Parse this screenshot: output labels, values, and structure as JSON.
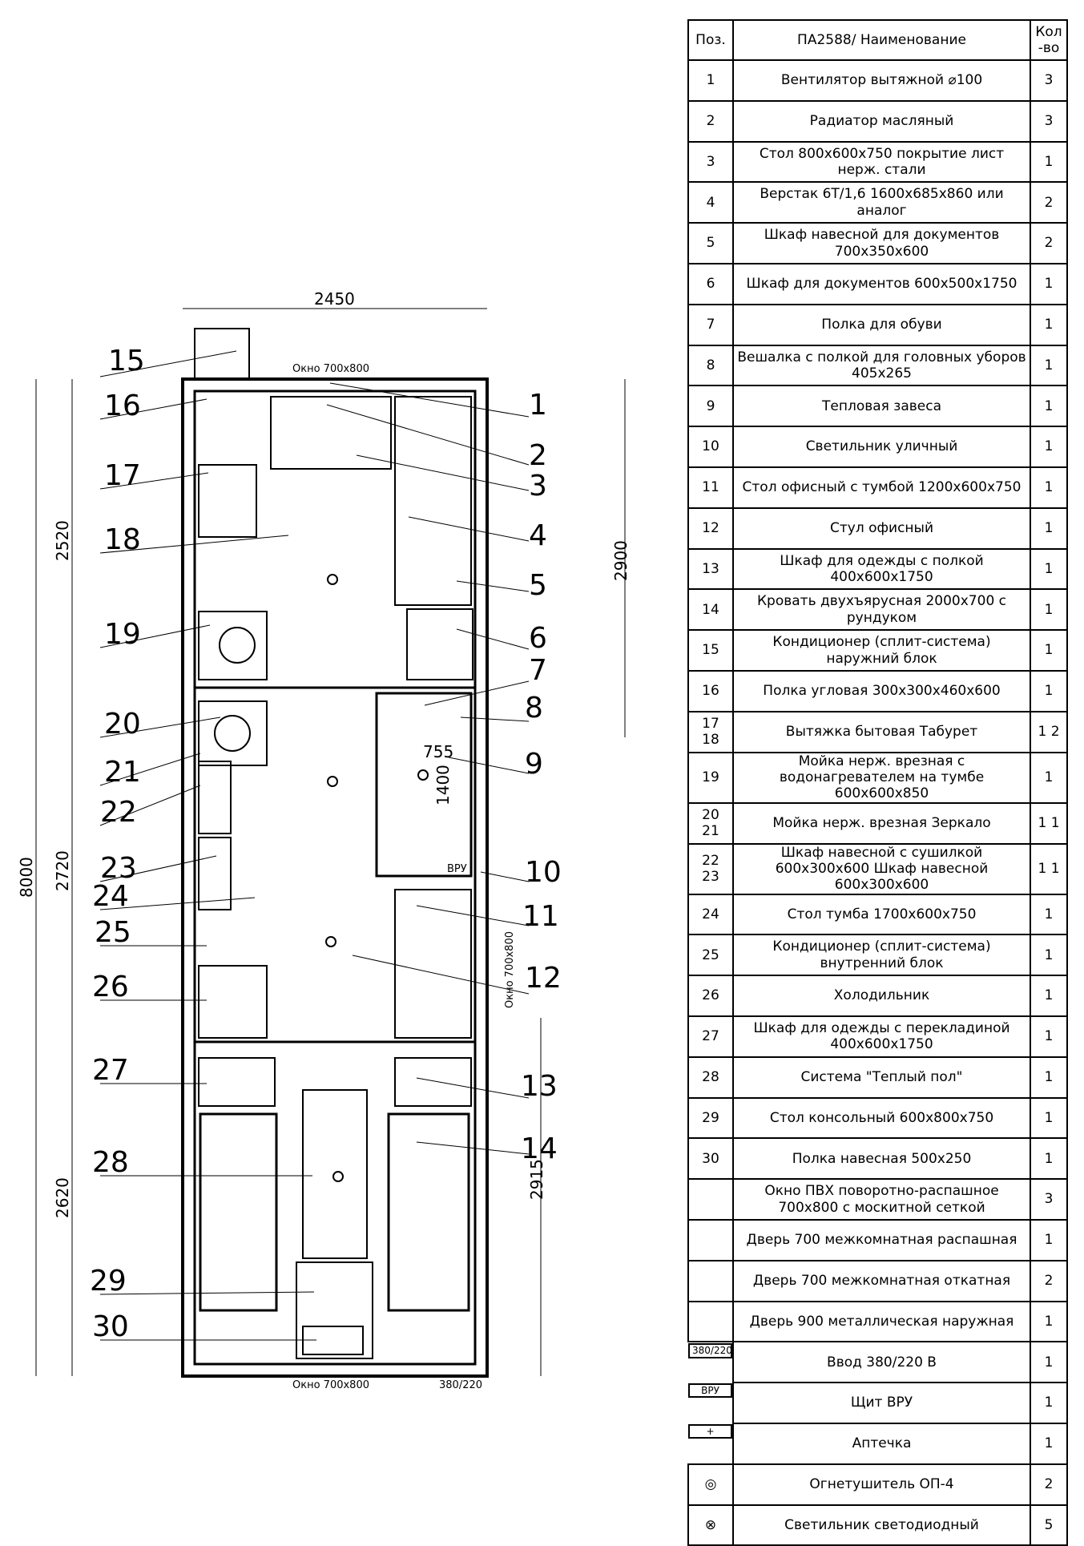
{
  "plan": {
    "dims": {
      "width_top": "2450",
      "left_upper": "2520",
      "left_middle": "2720",
      "left_lower": "2620",
      "left_total": "8000",
      "right_upper": "2900",
      "right_lower": "2915",
      "door_w": "755",
      "door_h": "1400"
    },
    "window_top": "Окно 700x800",
    "window_bottom": "Окно 700x800",
    "window_right": "Окно 700x800",
    "input_tag": "380/220",
    "vru_tag": "ВРУ",
    "left_labels": [
      "15",
      "16",
      "17",
      "18",
      "19",
      "20",
      "21",
      "22",
      "23",
      "24",
      "25",
      "26",
      "27",
      "28",
      "29",
      "30"
    ],
    "right_labels": [
      "1",
      "2",
      "3",
      "4",
      "5",
      "6",
      "7",
      "8",
      "9",
      "10",
      "11",
      "12",
      "13",
      "14"
    ]
  },
  "spec": {
    "header": {
      "pos": "Поз.",
      "name": "ПА2588/ Наименование",
      "qty": "Кол -во"
    },
    "rows": [
      {
        "pos": "1",
        "name": "Вентилятор вытяжной ⌀100",
        "qty": "3"
      },
      {
        "pos": "2",
        "name": "Радиатор масляный",
        "qty": "3"
      },
      {
        "pos": "3",
        "name": "Стол 800х600х750 покрытие лист нерж. стали",
        "qty": "1"
      },
      {
        "pos": "4",
        "name": "Верстак 6Т/1,6 1600х685х860 или аналог",
        "qty": "2"
      },
      {
        "pos": "5",
        "name": "Шкаф навесной для документов 700х350х600",
        "qty": "2"
      },
      {
        "pos": "6",
        "name": "Шкаф для документов 600х500х1750",
        "qty": "1"
      },
      {
        "pos": "7",
        "name": "Полка для обуви",
        "qty": "1"
      },
      {
        "pos": "8",
        "name": "Вешалка с полкой для головных уборов 405х265",
        "qty": "1"
      },
      {
        "pos": "9",
        "name": "Тепловая завеса",
        "qty": "1"
      },
      {
        "pos": "10",
        "name": "Светильник уличный",
        "qty": "1"
      },
      {
        "pos": "11",
        "name": "Стол офисный с тумбой 1200х600х750",
        "qty": "1"
      },
      {
        "pos": "12",
        "name": "Стул офисный",
        "qty": "1"
      },
      {
        "pos": "13",
        "name": "Шкаф для одежды с полкой 400х600х1750",
        "qty": "1"
      },
      {
        "pos": "14",
        "name": "Кровать двухъярусная 2000х700 с рундуком",
        "qty": "1"
      },
      {
        "pos": "15",
        "name": "Кондиционер (сплит-система) наружний блок",
        "qty": "1"
      },
      {
        "pos": "16",
        "name": "Полка угловая 300х300х460х600",
        "qty": "1"
      },
      {
        "pos": "17 18",
        "name": "Вытяжка бытовая Табурет",
        "qty": "1 2"
      },
      {
        "pos": "19",
        "name": "Мойка нерж. врезная с водонагревателем на тумбе 600х600х850",
        "qty": "1"
      },
      {
        "pos": "20 21",
        "name": "Мойка нерж. врезная Зеркало",
        "qty": "1 1"
      },
      {
        "pos": "22 23",
        "name": "Шкаф навесной с сушилкой 600х300х600 Шкаф навесной 600х300х600",
        "qty": "1 1"
      },
      {
        "pos": "24",
        "name": "Стол тумба 1700х600х750",
        "qty": "1"
      },
      {
        "pos": "25",
        "name": "Кондиционер (сплит-система) внутренний блок",
        "qty": "1"
      },
      {
        "pos": "26",
        "name": "Холодильник",
        "qty": "1"
      },
      {
        "pos": "27",
        "name": "Шкаф для одежды с перекладиной 400х600х1750",
        "qty": "1"
      },
      {
        "pos": "28",
        "name": "Система \"Теплый пол\"",
        "qty": "1"
      },
      {
        "pos": "29",
        "name": "Стол консольный 600х800х750",
        "qty": "1"
      },
      {
        "pos": "30",
        "name": "Полка навесная 500х250",
        "qty": "1"
      },
      {
        "pos": "",
        "name": "Окно ПВХ поворотно-распашное 700х800 с москитной сеткой",
        "qty": "3"
      },
      {
        "pos": "",
        "name": "Дверь 700 межкомнатная распашная",
        "qty": "1"
      },
      {
        "pos": "",
        "name": "Дверь 700 межкомнатная откатная",
        "qty": "2"
      },
      {
        "pos": "",
        "name": "Дверь 900 металлическая наружная",
        "qty": "1"
      },
      {
        "pos": "380/220",
        "name": "Ввод 380/220 В",
        "qty": "1",
        "icon": "input-box-icon"
      },
      {
        "pos": "ВРУ",
        "name": "Щит ВРУ",
        "qty": "1",
        "icon": "vru-panel-icon"
      },
      {
        "pos": "+",
        "name": "Аптечка",
        "qty": "1",
        "icon": "first-aid-icon"
      },
      {
        "pos": "◎",
        "name": "Огнетушитель ОП-4",
        "qty": "2",
        "icon": "extinguisher-icon"
      },
      {
        "pos": "⊗",
        "name": "Светильник светодиодный",
        "qty": "5",
        "icon": "led-light-icon"
      }
    ]
  }
}
